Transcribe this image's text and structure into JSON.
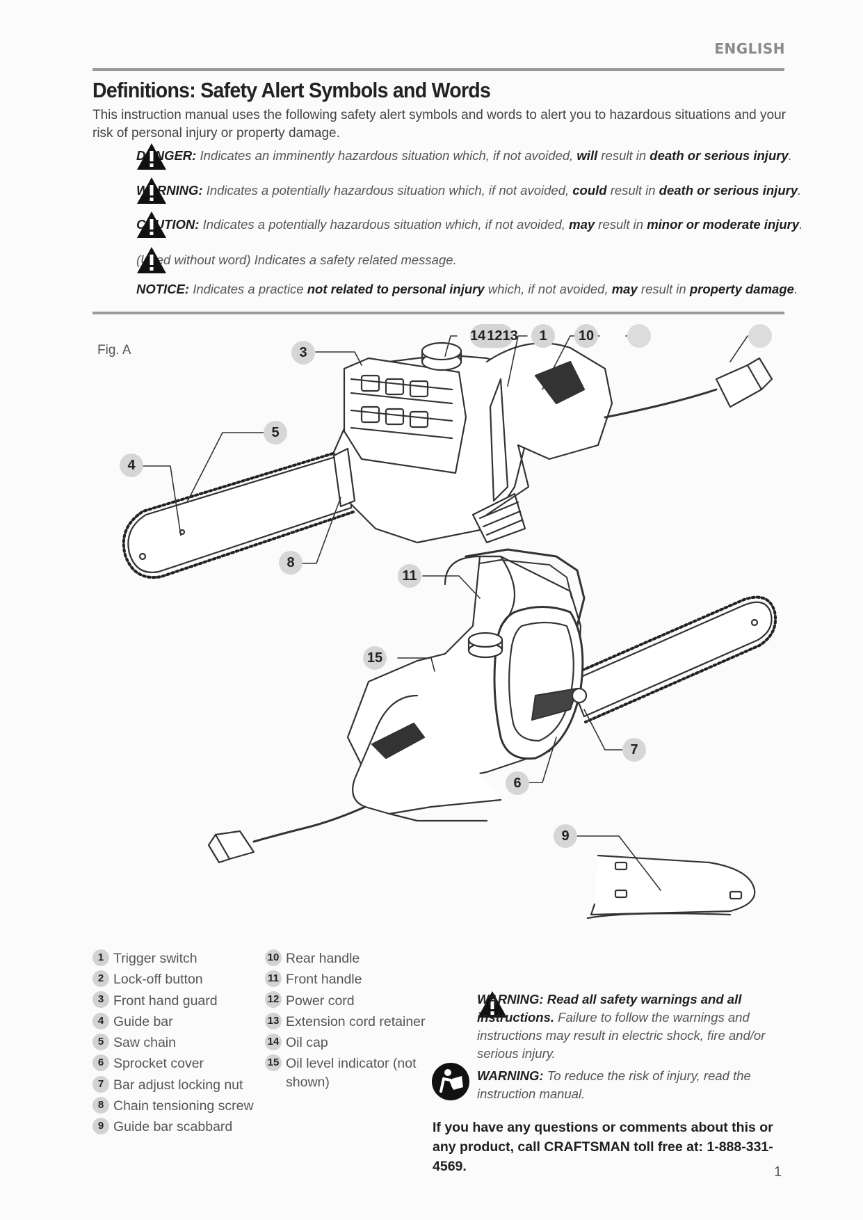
{
  "header": {
    "language": "ENGLISH"
  },
  "section": {
    "title": "Definitions: Safety Alert Symbols and Words",
    "intro": "This instruction manual uses the following safety alert symbols and words to alert you to hazardous situations and your risk of personal injury or property damage."
  },
  "definitions": {
    "danger": {
      "word": "DANGER:",
      "text1": " Indicates an imminently hazardous situation which, if not avoided, ",
      "em1": "will",
      "text2": " result in ",
      "em2": "death or serious injury",
      "end": "."
    },
    "warning": {
      "word": "WARNING:",
      "text1": " Indicates a potentially hazardous situation which, if not avoided, ",
      "em1": "could",
      "text2": " result in ",
      "em2": "death or serious injury",
      "end": "."
    },
    "caution": {
      "word": "CAUTION:",
      "text1": " Indicates a potentially hazardous situation which, if not avoided, ",
      "em1": "may",
      "text2": " result in ",
      "em2": "minor or moderate injury",
      "end": "."
    },
    "symbol": {
      "text": "(Used without word) Indicates a safety related message."
    },
    "notice": {
      "word": "NOTICE:",
      "text1": " Indicates a practice ",
      "em1": "not related to personal injury",
      "text2": " which, if not avoided, ",
      "em2": "may",
      "text3": " result in ",
      "em3": "property damage",
      "end": "."
    }
  },
  "figure": {
    "label": "Fig. A",
    "callouts": [
      "14",
      "12",
      "13",
      "1",
      "10",
      "3",
      "5",
      "4",
      "8",
      "11",
      "15",
      "7",
      "6",
      "9"
    ],
    "product_brand": "CRAFTSMAN"
  },
  "legend": {
    "left": [
      {
        "num": "1",
        "label": "Trigger switch"
      },
      {
        "num": "2",
        "label": "Lock-off button"
      },
      {
        "num": "3",
        "label": "Front hand guard"
      },
      {
        "num": "4",
        "label": "Guide bar"
      },
      {
        "num": "5",
        "label": "Saw chain"
      },
      {
        "num": "6",
        "label": "Sprocket cover"
      },
      {
        "num": "7",
        "label": "Bar adjust locking nut"
      },
      {
        "num": "8",
        "label": "Chain tensioning screw"
      },
      {
        "num": "9",
        "label": "Guide bar scabbard"
      }
    ],
    "right": [
      {
        "num": "10",
        "label": "Rear handle"
      },
      {
        "num": "11",
        "label": "Front handle"
      },
      {
        "num": "12",
        "label": "Power cord"
      },
      {
        "num": "13",
        "label": "Extension cord retainer"
      },
      {
        "num": "14",
        "label": "Oil cap"
      },
      {
        "num": "15",
        "label": "Oil level indicator (not",
        "cont": "shown)"
      }
    ]
  },
  "warnings": {
    "read_all": {
      "head": "WARNING: Read all safety warnings and all instructions.",
      "body": " Failure to follow the warnings and instructions may result in electric shock, fire and/or serious injury."
    },
    "manual": {
      "head": "WARNING:",
      "body": " To reduce the risk of injury, read the instruction manual."
    }
  },
  "contact": "If you have any questions or comments about this or any product, call CRAFTSMAN toll free at: 1-888-331-4569.",
  "page_number": "1"
}
